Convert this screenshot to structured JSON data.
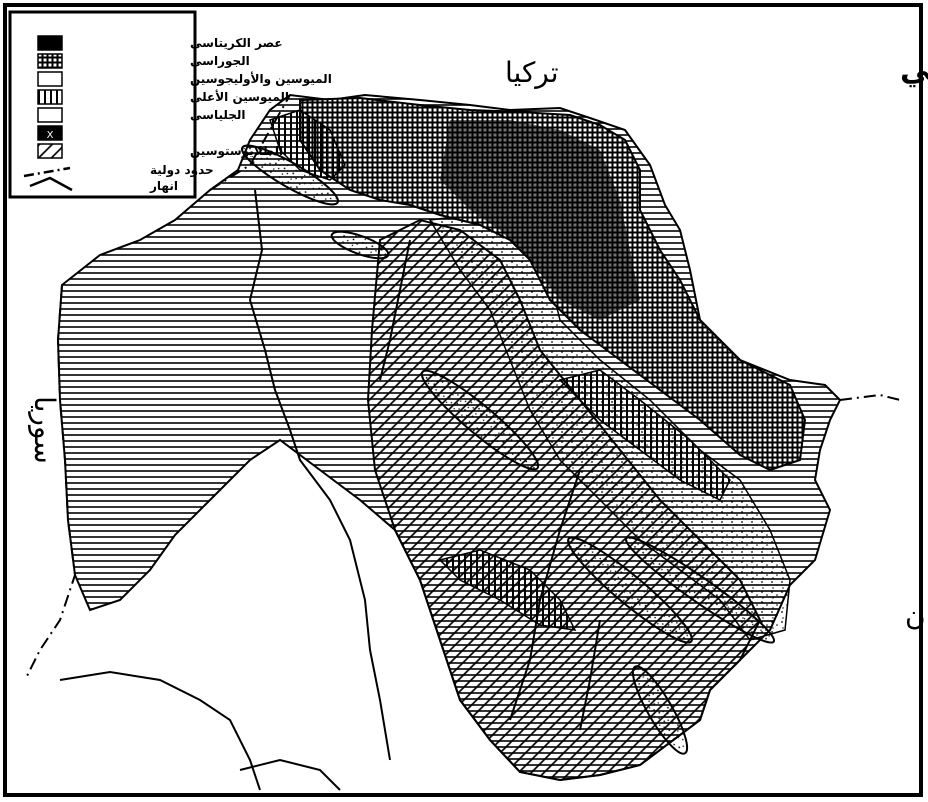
{
  "map": {
    "title": "الخارطة الجيولوجية للعراق الشمالي",
    "countries": {
      "turkey": "تركيا",
      "iran": "ايران",
      "syria": "سوريا"
    },
    "colors": {
      "ink": "#000000",
      "paper": "#ffffff"
    }
  },
  "legend": {
    "items": [
      {
        "label": "عصر الكريتاسي",
        "pattern": "solid-dark",
        "swatch_text": ""
      },
      {
        "label": "الجوراسي",
        "pattern": "crosshatch",
        "swatch_text": ""
      },
      {
        "label": "الميوسين والأوليجوسين",
        "pattern": "blank",
        "swatch_text": ""
      },
      {
        "label": "الميوسين الأعلى",
        "pattern": "vertical",
        "swatch_text": ""
      },
      {
        "label": "الجلياسي",
        "pattern": "blank",
        "swatch_text": ""
      },
      {
        "label": "",
        "pattern": "solid-dark",
        "swatch_text": "X"
      },
      {
        "label": "الطلايوستوسين",
        "pattern": "diagonal",
        "swatch_text": ""
      }
    ],
    "boundary_label": "حدود دولية",
    "river_label": "انهار"
  }
}
